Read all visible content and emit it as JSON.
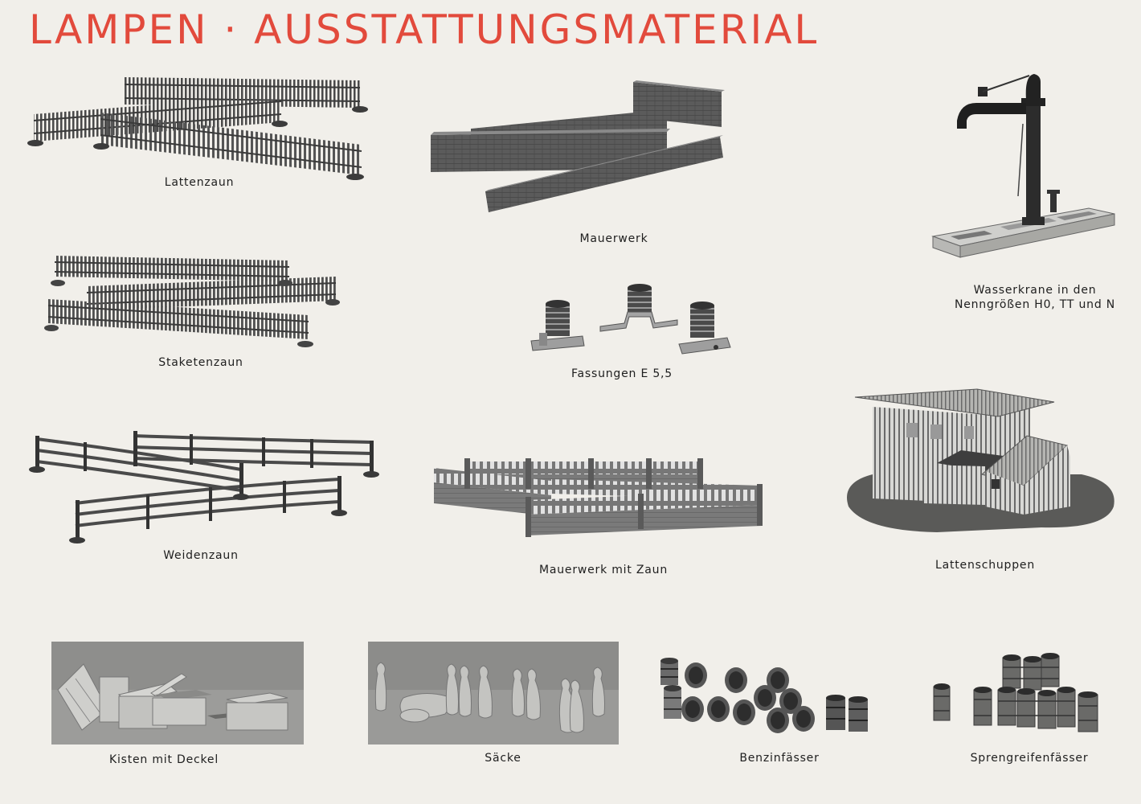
{
  "page": {
    "title": "LAMPEN · AUSSTATTUNGSMATERIAL",
    "title_color": "#e24a3c",
    "background": "#f1efea"
  },
  "items": {
    "lattenzaun": {
      "caption": "Lattenzaun"
    },
    "mauerwerk": {
      "caption": "Mauerwerk"
    },
    "wasserkrane": {
      "caption_line1": "Wasserkrane in den",
      "caption_line2": "Nenngrößen H0, TT und N"
    },
    "staketenzaun": {
      "caption": "Staketenzaun"
    },
    "fassungen": {
      "caption": "Fassungen E 5,5"
    },
    "weidenzaun": {
      "caption": "Weidenzaun"
    },
    "mauerwerk_zaun": {
      "caption": "Mauerwerk mit Zaun"
    },
    "lattenschuppen": {
      "caption": "Lattenschuppen"
    },
    "kisten": {
      "caption": "Kisten mit Deckel"
    },
    "saecke": {
      "caption": "Säcke"
    },
    "benzinfaesser": {
      "caption": "Benzinfässer"
    },
    "sprengreifenfaesser": {
      "caption": "Sprengreifenfässer"
    }
  }
}
